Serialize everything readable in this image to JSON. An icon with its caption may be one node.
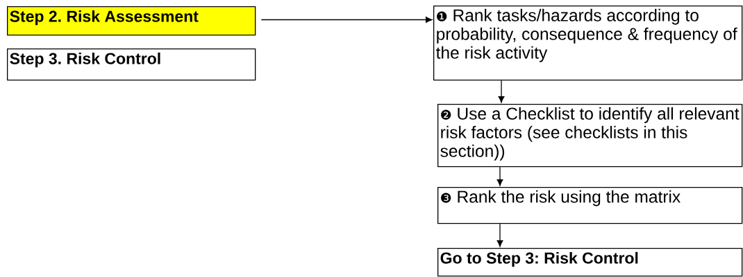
{
  "diagram": {
    "nodes": [
      {
        "text": [
          "Step 2. Risk Assessment"
        ]
      },
      {
        "text": [
          "Step 3. Risk Control"
        ]
      },
      {
        "text": [
          "❶ Rank tasks/hazards according to probability, consequence & frequency of the risk activity"
        ]
      },
      {
        "text": [
          "❷ Use a Checklist to identify all relevant risk factors (see checklists in this section))"
        ]
      },
      {
        "text": [
          "❸ Rank the risk using the matrix"
        ]
      },
      {
        "text": [
          "Go to Step 3: Risk Control"
        ]
      }
    ],
    "edges": [
      {
        "from": 0,
        "to": 2,
        "arrow": "to"
      },
      {
        "from": 2,
        "to": 3,
        "arrow": "to"
      },
      {
        "from": 3,
        "to": 4,
        "arrow": "to"
      },
      {
        "from": 4,
        "to": 5,
        "arrow": "to"
      }
    ]
  }
}
